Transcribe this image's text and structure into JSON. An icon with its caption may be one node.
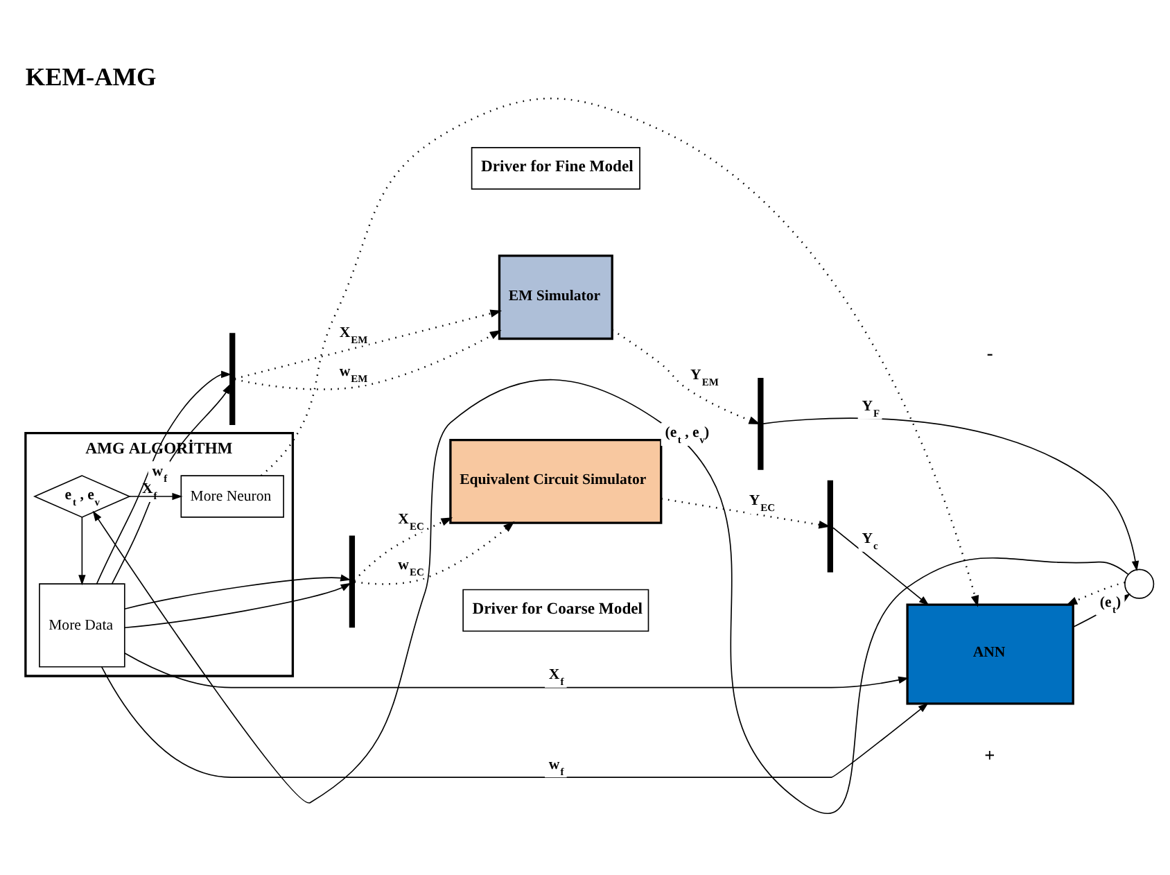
{
  "diagram": {
    "title": "KEM-AMG",
    "nodes": [
      {
        "text": [
          "AMG ALGORİTHM"
        ]
      },
      {
        "text": [
          "More Data"
        ],
        "in": 0
      },
      {
        "text": [
          "e$_{t}$ , e$_{v}$"
        ],
        "in": 0
      },
      {
        "text": [
          "More Neuron"
        ],
        "in": 0
      },
      {
        "text": [
          "Driver for Fine Model"
        ]
      },
      {
        "text": [],
        "shape": "bar"
      },
      {
        "text": [
          "EM Simulator"
        ]
      },
      {
        "text": [],
        "shape": "bar"
      },
      {
        "text": [
          "ANN"
        ]
      },
      {
        "text": [],
        "shape": "circle"
      },
      {
        "text": [
          "Driver for Coarse Model"
        ]
      },
      {
        "text": [],
        "shape": "bar"
      },
      {
        "text": [
          "Equivalent Circuit Simulator"
        ]
      },
      {
        "text": [],
        "shape": "bar"
      }
    ],
    "edges": [
      {
        "from": 2,
        "to": 1,
        "arrow": "to"
      },
      {
        "from": 2,
        "to": 3,
        "arrow": "to"
      },
      {
        "from": 9,
        "to": 2,
        "arrow": "to",
        "label": "(e$_{t}$ , e$_{v}$)"
      },
      {
        "from": 1,
        "to": 5,
        "arrow": "to",
        "label": "X$_{f}$"
      },
      {
        "from": 1,
        "to": 8,
        "arrow": "to",
        "label": "X$_{f}$"
      },
      {
        "from": 1,
        "to": 11,
        "arrow": "to"
      },
      {
        "from": 1,
        "to": 5,
        "arrow": "to",
        "label": "w$_{f}$"
      },
      {
        "from": 1,
        "to": 8,
        "arrow": "to",
        "label": "w$_{f}$"
      },
      {
        "from": 1,
        "to": 11,
        "arrow": "to"
      },
      {
        "from": 5,
        "to": 6,
        "arrow": "to",
        "label": "X$_{EM}$",
        "style": "dashed"
      },
      {
        "from": 5,
        "to": 6,
        "arrow": "to",
        "label": "w$_{EM}$",
        "style": "dashed"
      },
      {
        "from": 6,
        "to": 7,
        "arrow": "to",
        "label": "Y$_{EM}$",
        "style": "dashed"
      },
      {
        "from": 7,
        "to": 9,
        "arrow": "to",
        "label": "Y$_{F}$"
      },
      {
        "from": 11,
        "to": 12,
        "arrow": "to",
        "label": "X$_{EC}$",
        "style": "dashed"
      },
      {
        "from": 11,
        "to": 12,
        "arrow": "to",
        "label": "w$_{EC}$",
        "style": "dashed"
      },
      {
        "from": 12,
        "to": 13,
        "arrow": "to",
        "label": "Y$_{EC}$",
        "style": "dashed"
      },
      {
        "from": 13,
        "to": 8,
        "arrow": "to",
        "label": "Y$_{c}$"
      },
      {
        "from": 8,
        "to": 9,
        "arrow": "to"
      },
      {
        "from": 3,
        "to": 8,
        "arrow": "to",
        "style": "dashed"
      },
      {
        "from": 9,
        "to": 8,
        "arrow": "to",
        "label": "(e$_{t}$)",
        "style": "dashed"
      }
    ],
    "labels": [
      "+",
      "-"
    ]
  }
}
